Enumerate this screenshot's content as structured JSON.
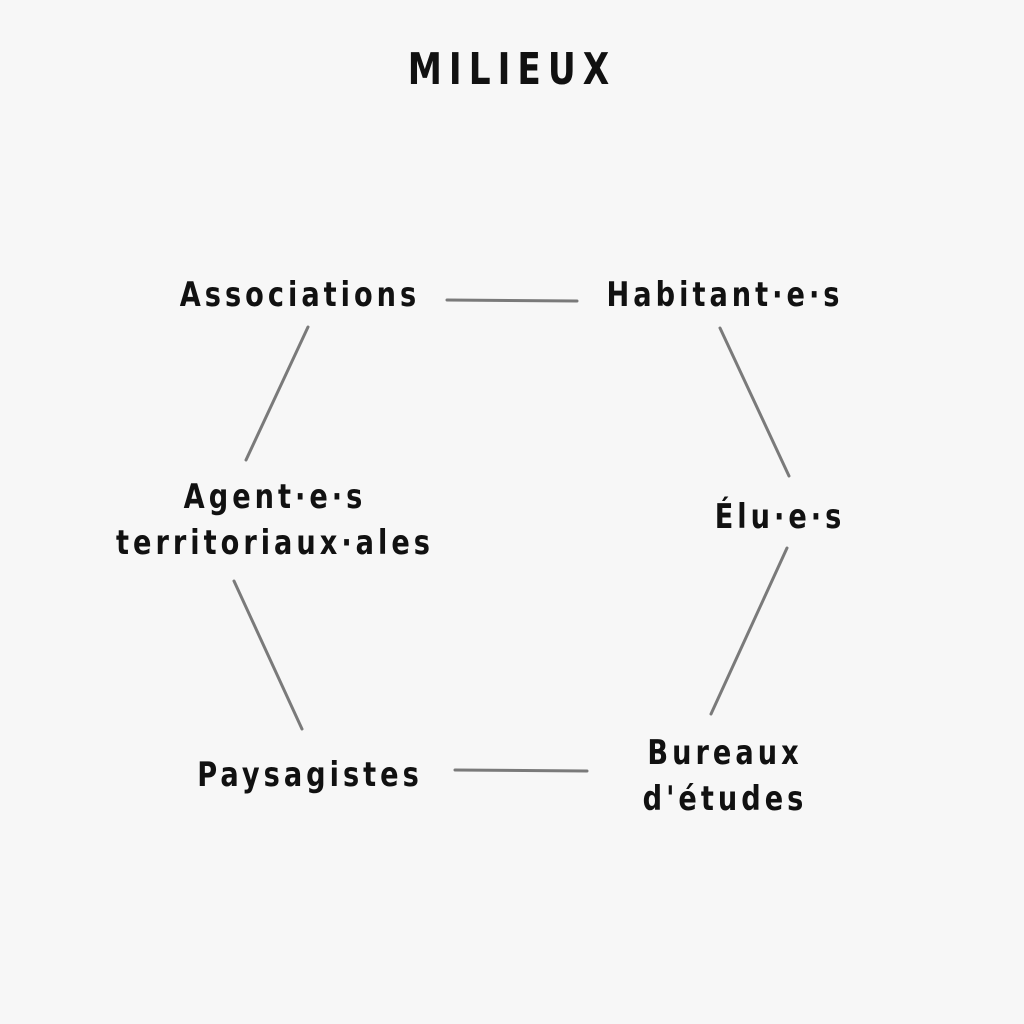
{
  "title": "MILIEUX",
  "nodes": {
    "associations": "Associations",
    "habitants": "Habitant·e·s",
    "agents": {
      "line1": "Agent·e·s",
      "line2": "territoriaux·ales"
    },
    "elus": "Élu·e·s",
    "paysagistes": "Paysagistes",
    "bureaux": {
      "line1": "Bureaux",
      "line2": "d'études"
    }
  },
  "edges": [
    [
      "associations",
      "habitants"
    ],
    [
      "habitants",
      "elus"
    ],
    [
      "elus",
      "bureaux"
    ],
    [
      "bureaux",
      "paysagistes"
    ],
    [
      "paysagistes",
      "agents"
    ],
    [
      "agents",
      "associations"
    ]
  ],
  "colors": {
    "background": "#f7f7f7",
    "text": "#111111",
    "edge": "#7a7a7a"
  }
}
